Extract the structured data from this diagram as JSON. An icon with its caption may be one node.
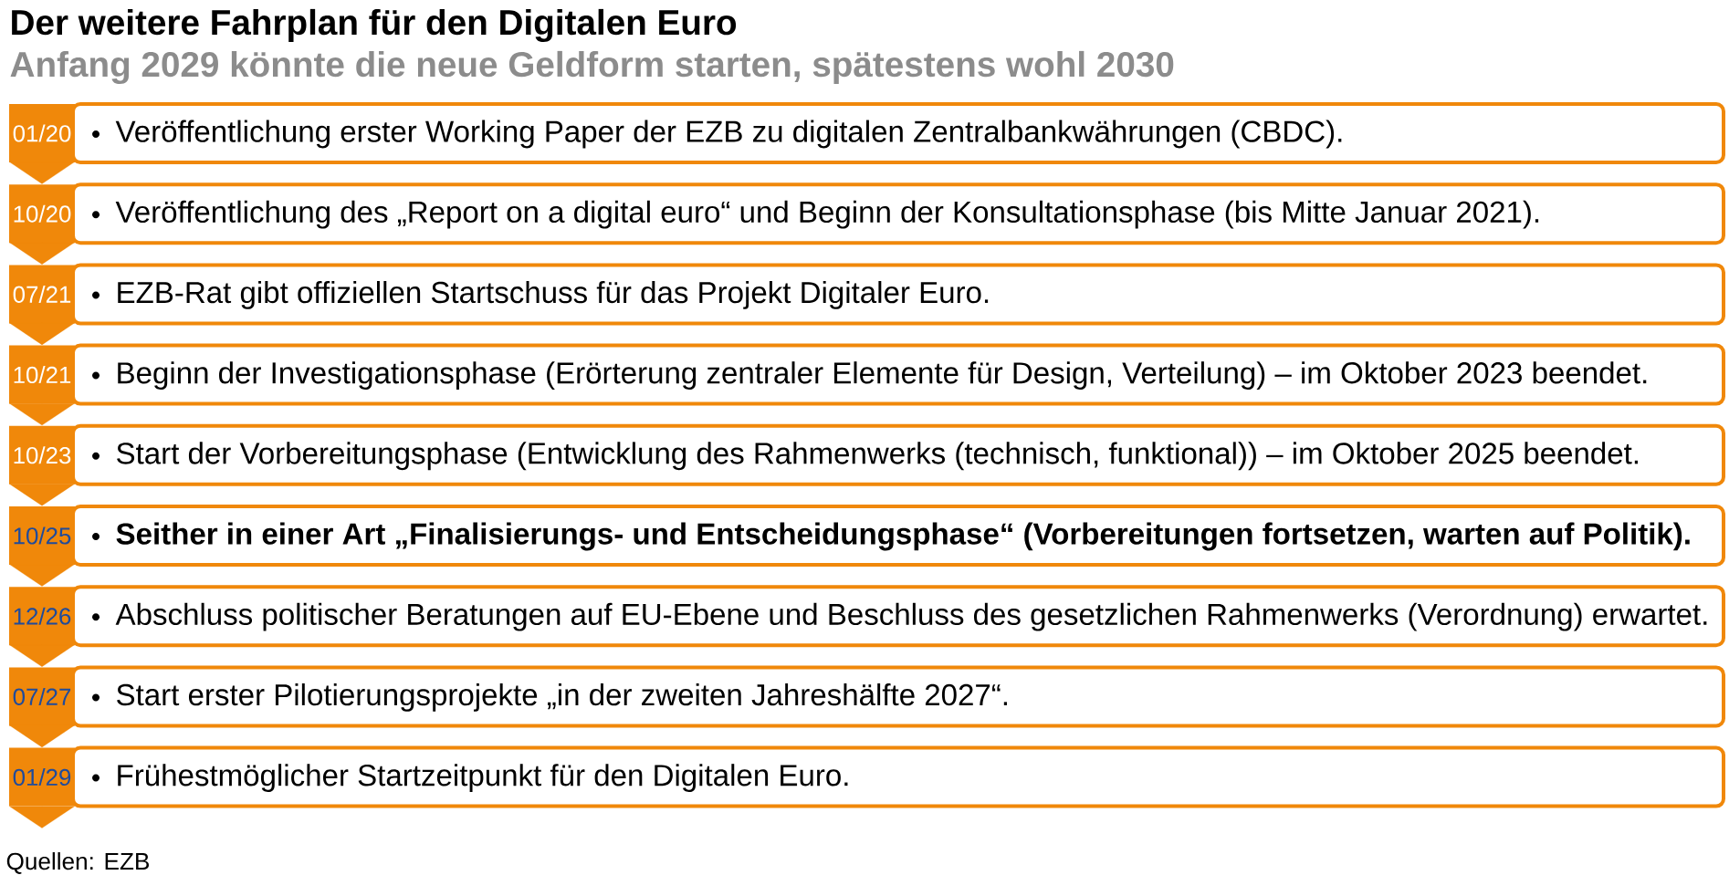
{
  "diagram": {
    "title": "Der weitere Fahrplan für den Digitalen Euro",
    "nodes": [
      {
        "text": [
          "01/20"
        ]
      },
      {
        "text": [
          "Veröffentlichung erster Working Paper der EZB zu digitalen Zentralbankwährungen (CBDC)."
        ]
      },
      {
        "text": [
          "10/20"
        ]
      },
      {
        "text": [
          "Veröffentlichung des „Report on a digital euro“ und Beginn der Konsultationsphase (bis Mitte Januar 2021)."
        ]
      },
      {
        "text": [
          "07/21"
        ]
      },
      {
        "text": [
          "EZB-Rat gibt offiziellen Startschuss für das Projekt Digitaler Euro."
        ]
      },
      {
        "text": [
          "10/21"
        ]
      },
      {
        "text": [
          "Beginn der Investigationsphase (Erörterung zentraler Elemente für Design, Verteilung) – im Oktober 2023 beendet."
        ]
      },
      {
        "text": [
          "10/23"
        ]
      },
      {
        "text": [
          "Start der Vorbereitungsphase (Entwicklung des Rahmenwerks (technisch, funktional)) – im Oktober 2025 beendet."
        ]
      },
      {
        "text": [
          "10/25"
        ]
      },
      {
        "text": [
          "Seither in einer Art „Finalisierungs- und Entscheidungsphase“ (Vorbereitungen fortsetzen, warten auf Politik)."
        ]
      },
      {
        "text": [
          "12/26"
        ]
      },
      {
        "text": [
          "Abschluss politischer Beratungen auf EU-Ebene und Beschluss des gesetzlichen Rahmenwerks (Verordnung) erwartet."
        ]
      },
      {
        "text": [
          "07/27"
        ]
      },
      {
        "text": [
          "Start erster Pilotierungsprojekte „in der zweiten Jahreshälfte 2027“."
        ]
      },
      {
        "text": [
          "01/29"
        ]
      },
      {
        "text": [
          "Frühestmöglicher Startzeitpunkt für den Digitalen Euro."
        ]
      }
    ],
    "edges": [
      {
        "from": 0,
        "to": 2,
        "arrow": "to"
      },
      {
        "from": 2,
        "to": 4,
        "arrow": "to"
      },
      {
        "from": 4,
        "to": 6,
        "arrow": "to"
      },
      {
        "from": 6,
        "to": 8,
        "arrow": "to"
      },
      {
        "from": 8,
        "to": 10,
        "arrow": "to"
      },
      {
        "from": 10,
        "to": 12,
        "arrow": "to"
      },
      {
        "from": 12,
        "to": 14,
        "arrow": "to"
      },
      {
        "from": 14,
        "to": 16,
        "arrow": "to"
      },
      {
        "from": 16,
        "to": null,
        "arrow": "to"
      }
    ],
    "labels": [
      "Anfang 2029 könnte die neue Geldform starten, spätestens wohl 2030",
      "Quellen: EZB"
    ]
  }
}
